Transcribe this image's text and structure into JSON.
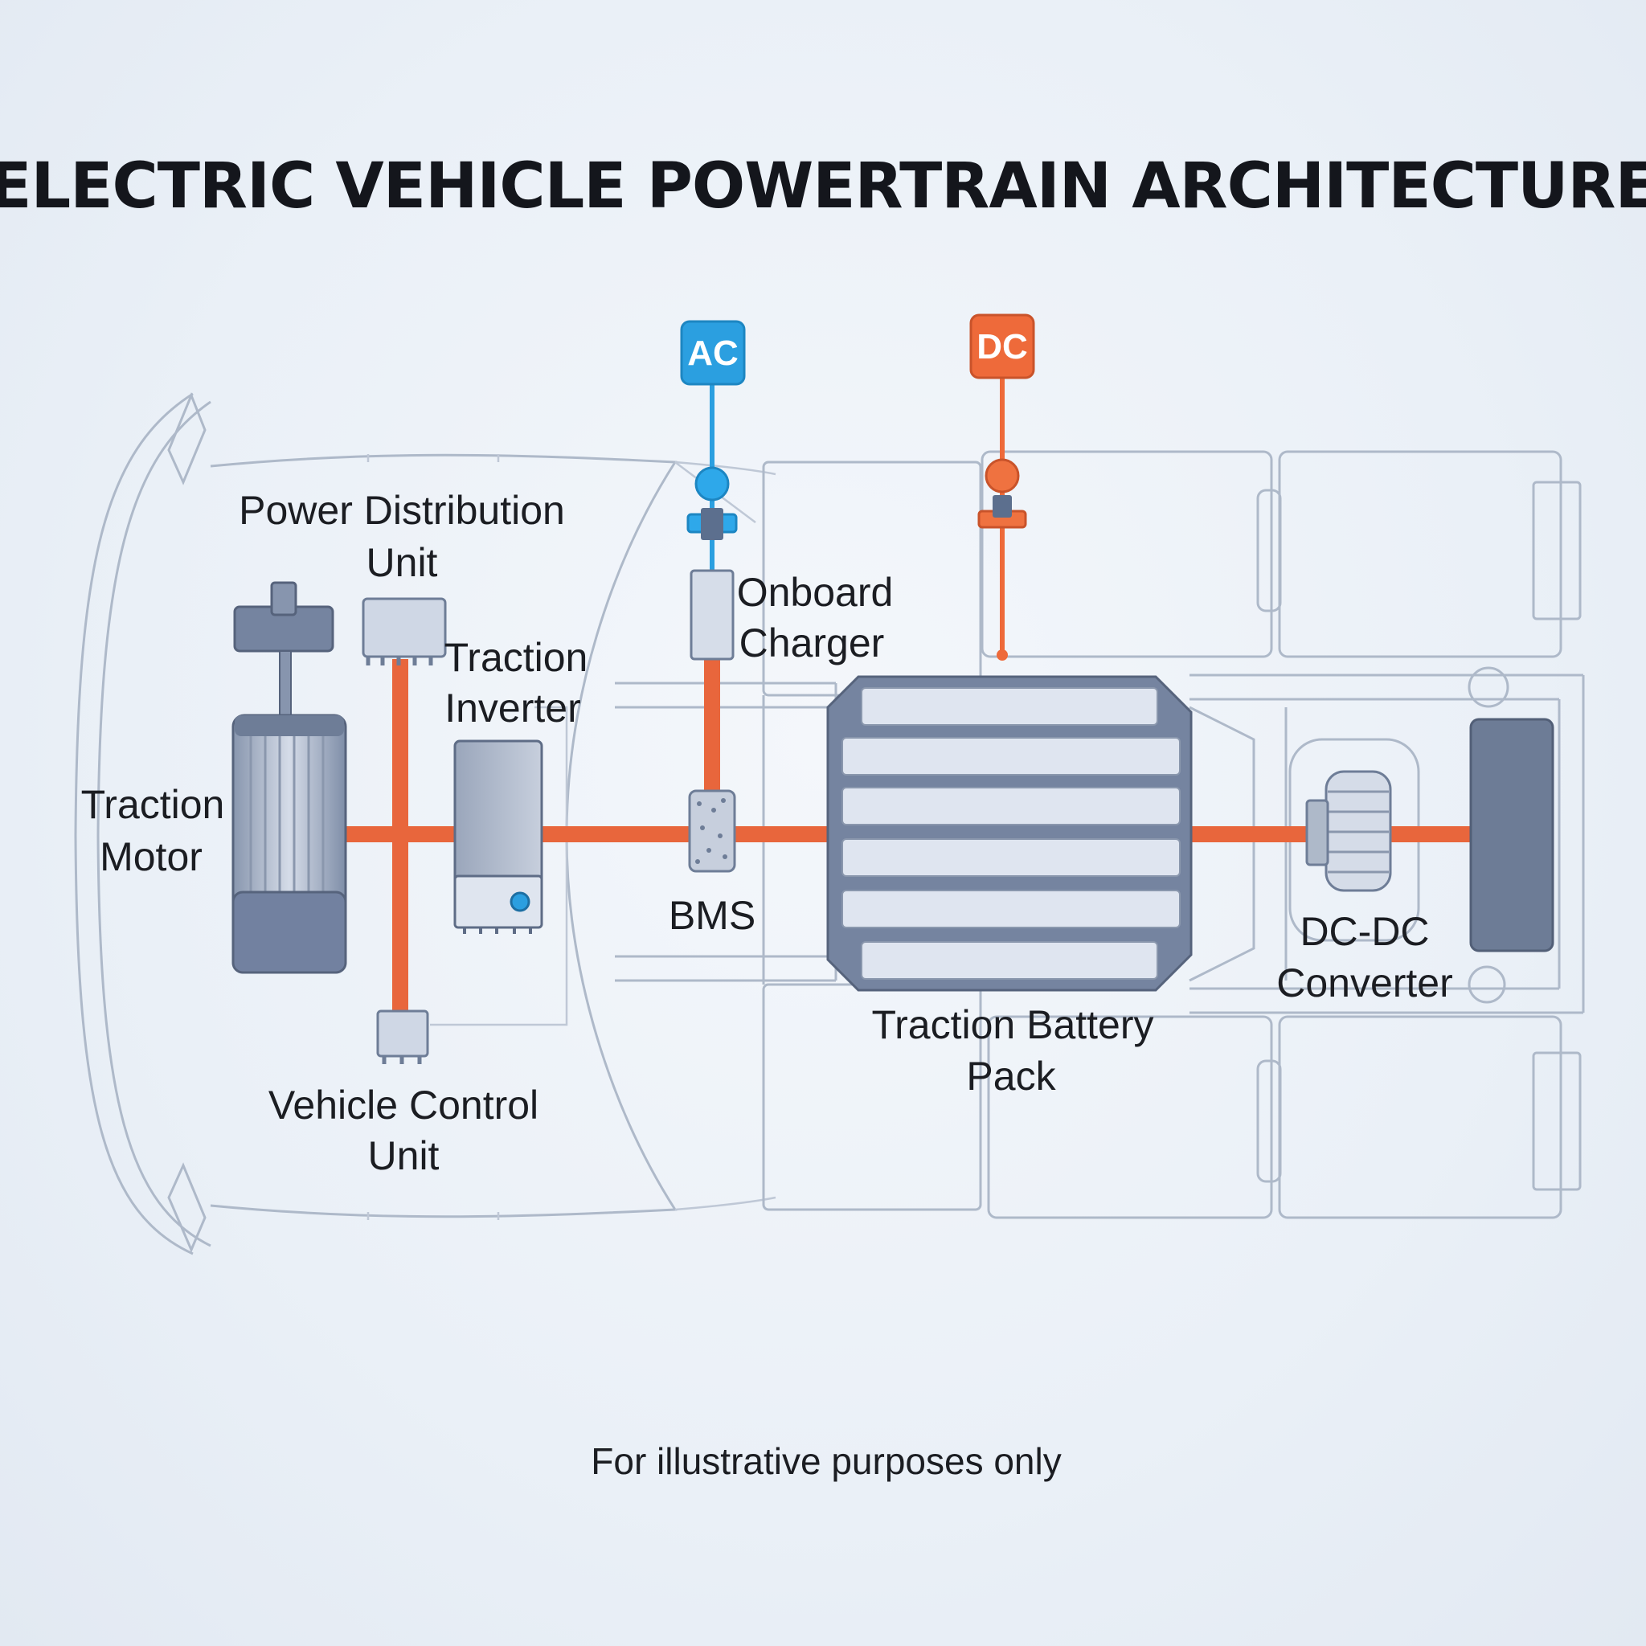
{
  "title": "ELECTRIC VEHICLE POWERTRAIN ARCHITECTURE",
  "footer": "For illustrative purposes only",
  "charging_ports": {
    "ac_label": "AC",
    "dc_label": "DC"
  },
  "components": {
    "power_distribution_unit": [
      "Power Distribution",
      "Unit"
    ],
    "traction_inverter": [
      "Traction",
      "Inverter"
    ],
    "traction_motor": [
      "Traction",
      "Motor"
    ],
    "onboard_charger": [
      "Onboard",
      "Charger"
    ],
    "bms": [
      "BMS"
    ],
    "traction_battery_pack": [
      "Traction Battery",
      "Pack"
    ],
    "dc_dc_converter": [
      "DC-DC",
      "Converter"
    ],
    "vehicle_control_unit": [
      "Vehicle Control",
      "Unit"
    ]
  },
  "colors": {
    "high_voltage_line": "#e8663c",
    "ac_port": "#2b9fe0",
    "dc_port": "#ee6a3a",
    "component_fill": "#c9d2e1",
    "component_dark": "#6d7c96",
    "vehicle_outline": "#aeb9c9"
  }
}
